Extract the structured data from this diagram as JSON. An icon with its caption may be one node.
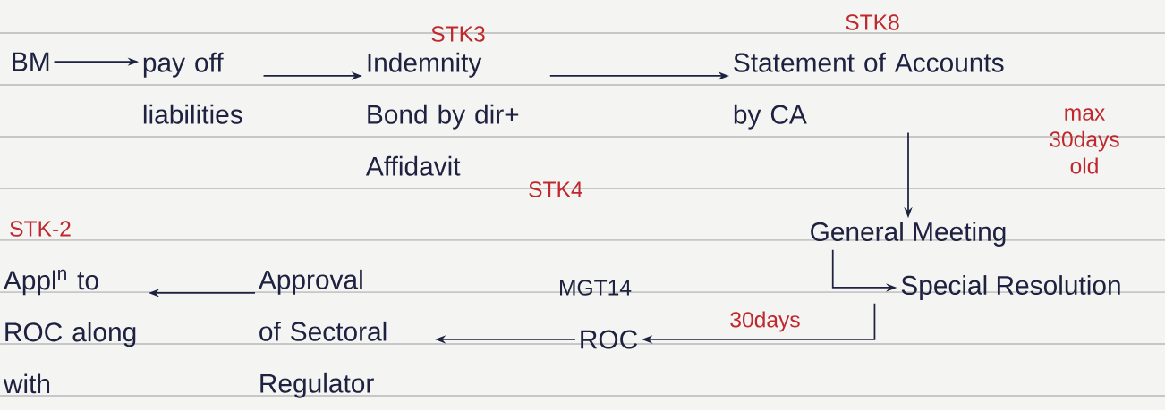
{
  "diagram": {
    "nodes": [
      {
        "text": [
          "BM"
        ]
      },
      {
        "text": [
          "pay off liabilities"
        ]
      },
      {
        "text": [
          "Indemnity Bond by dir+ Affidavit"
        ],
        "beside": [
          "STK3",
          "STK4"
        ]
      },
      {
        "text": [
          "Statement of Accounts by CA"
        ],
        "beside": [
          "STK8",
          "max 30days old"
        ]
      },
      {
        "text": [
          "General Meeting"
        ]
      },
      {
        "text": [
          "Special Resolution"
        ]
      },
      {
        "text": [
          "ROC"
        ],
        "beside": [
          "MGT14"
        ]
      },
      {
        "text": [
          "Approval of Sectoral Regulator"
        ]
      },
      {
        "text": [
          "Appl$^{n}$ to ROC along with"
        ],
        "beside": [
          "STK-2"
        ]
      }
    ],
    "edges": [
      {
        "from": 0,
        "to": 1,
        "arrow": "to"
      },
      {
        "from": 1,
        "to": 2,
        "arrow": "to"
      },
      {
        "from": 2,
        "to": 3,
        "arrow": "to"
      },
      {
        "from": 3,
        "to": 4,
        "arrow": "to"
      },
      {
        "from": 4,
        "to": 5,
        "arrow": "to"
      },
      {
        "from": 5,
        "to": 6,
        "arrow": "to",
        "label": "30days"
      },
      {
        "from": 6,
        "to": 7,
        "arrow": "to"
      },
      {
        "from": 7,
        "to": 8,
        "arrow": "to"
      }
    ]
  }
}
